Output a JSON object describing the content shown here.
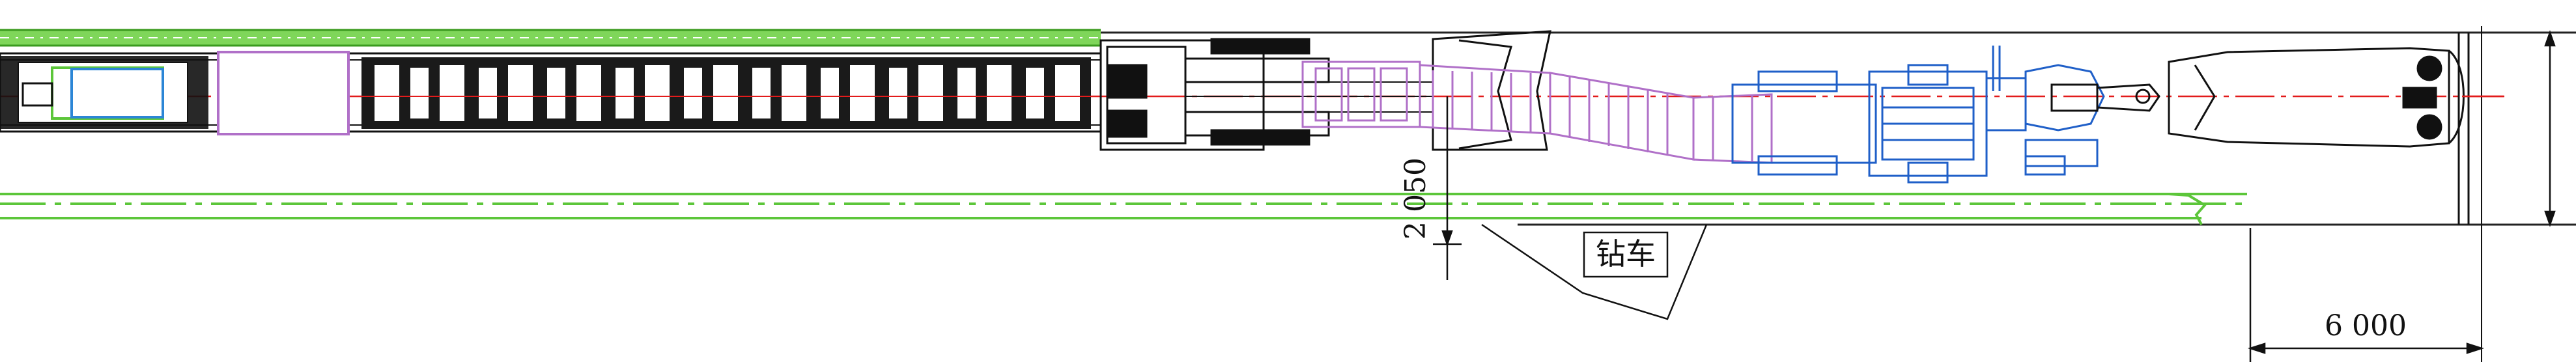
{
  "drawing": {
    "type": "tunnel-equipment-plan",
    "labels": {
      "callout": "钻车",
      "dim_vertical": "2 050",
      "dim_horizontal": "6 000"
    },
    "colors": {
      "background": "#ffffff",
      "outline": "#111111",
      "centerline": "#e21b1b",
      "rail_green": "#5cc63a",
      "track_green_fill": "#7fd65a",
      "purple_conveyor": "#b070c8",
      "blue_machine": "#1f5fc8",
      "cyan_box": "#2c86d6"
    },
    "icons": {
      "callout": "leader-callout-box",
      "dimension": "dimension-arrow"
    }
  }
}
